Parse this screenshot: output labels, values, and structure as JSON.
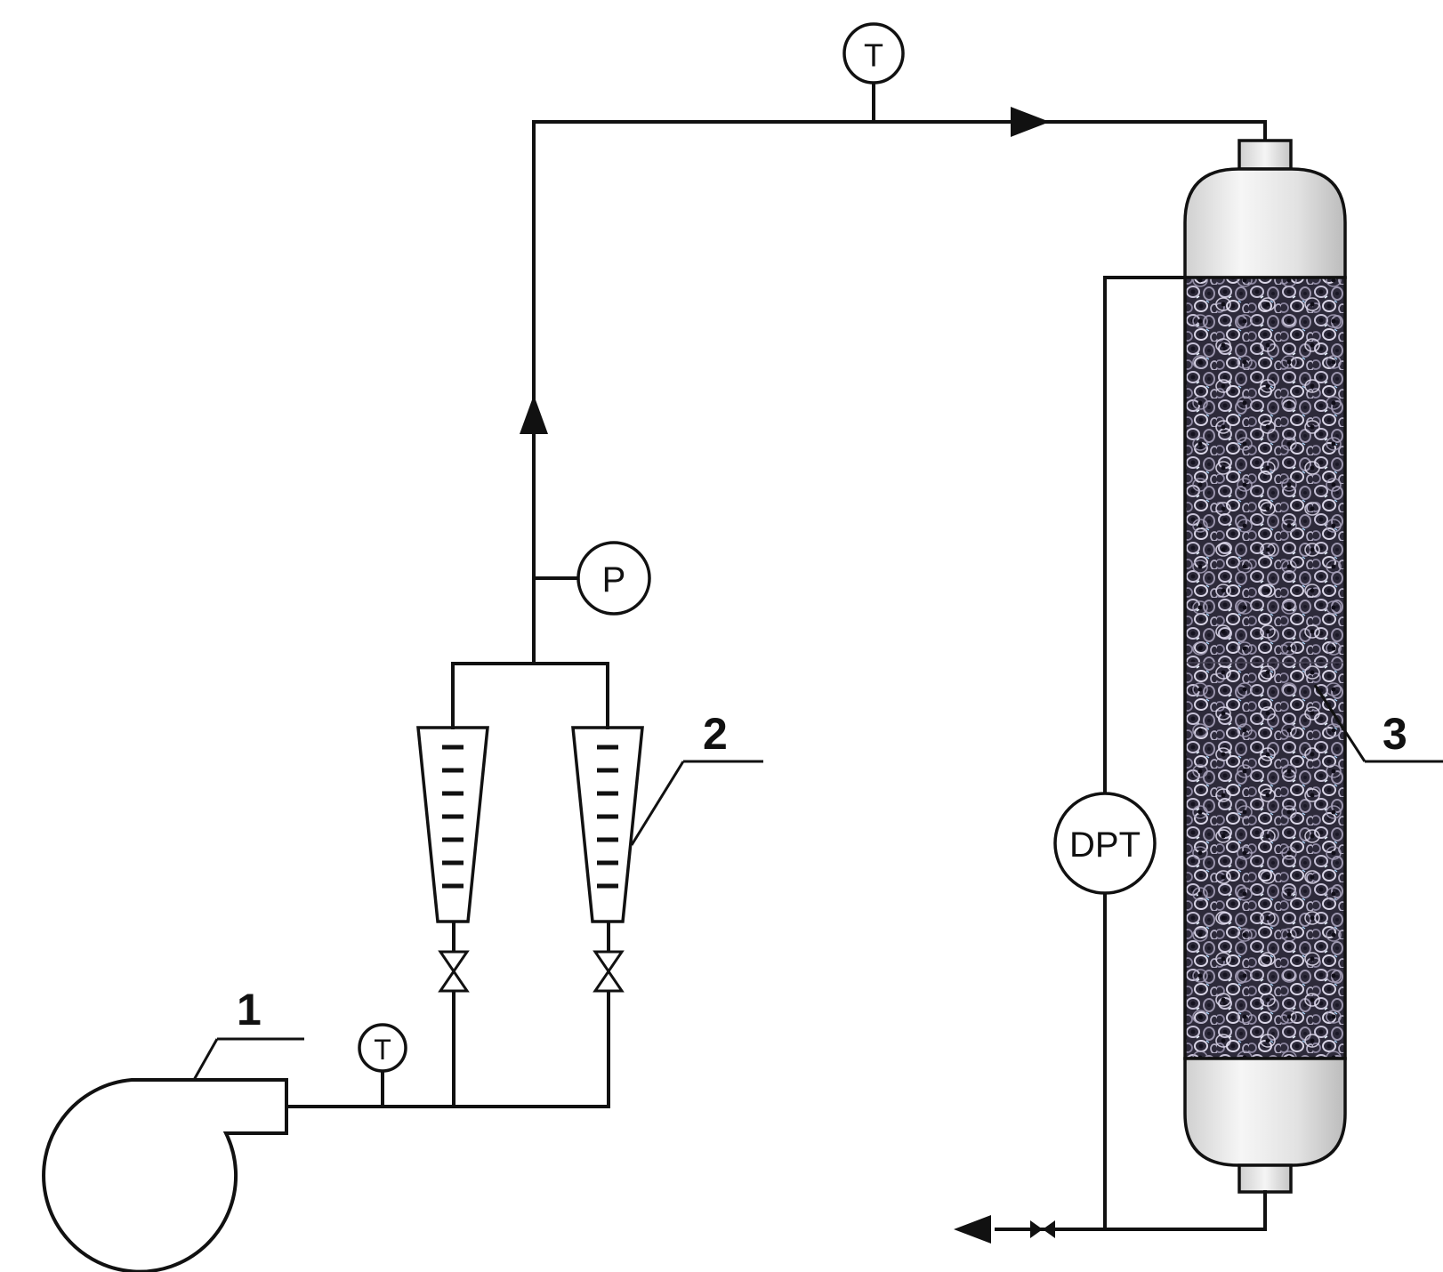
{
  "instruments": {
    "temp_top": "T",
    "temp_bottom": "T",
    "pressure": "P",
    "dpt": "DPT"
  },
  "labels": {
    "blower": "1",
    "rotameter": "2",
    "column": "3"
  },
  "colors": {
    "line": "#111111",
    "packing_dark": "#2b2838",
    "packing_light": "#c9c4d6",
    "head_light": "#f4f4f4",
    "head_shade": "#c8c8c8"
  }
}
